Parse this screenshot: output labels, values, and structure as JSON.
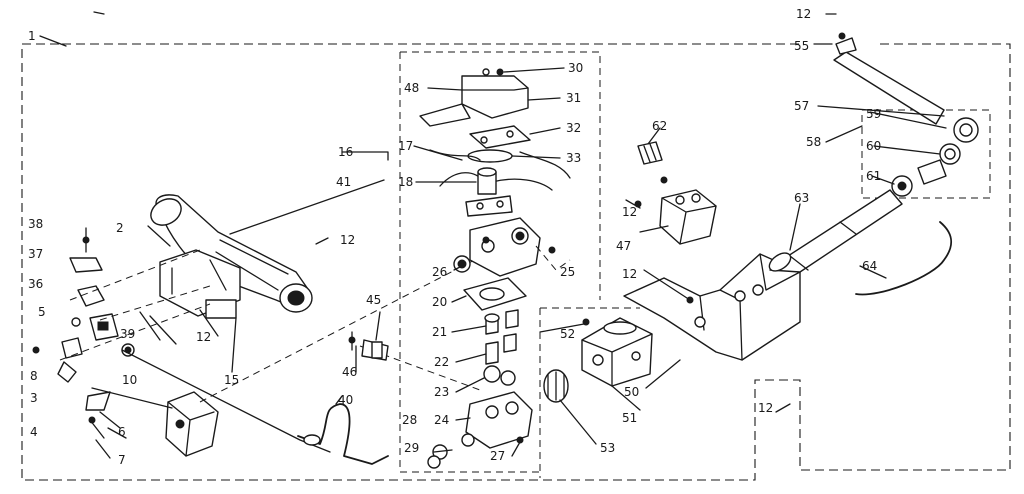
{
  "labels": {
    "p1": "1",
    "p2": "2",
    "p3": "3",
    "p4": "4",
    "p5": "5",
    "p6": "6",
    "p7": "7",
    "p8": "8",
    "p10": "10",
    "p12a": "12",
    "p12b": "12",
    "p12c": "12",
    "p12d": "12",
    "p12e": "12",
    "p12f": "12",
    "p15": "15",
    "p16": "16",
    "p17": "17",
    "p18": "18",
    "p20": "20",
    "p21": "21",
    "p22": "22",
    "p23": "23",
    "p24": "24",
    "p25": "25",
    "p26": "26",
    "p27": "27",
    "p28": "28",
    "p29": "29",
    "p30": "30",
    "p31": "31",
    "p32": "32",
    "p33": "33",
    "p36": "36",
    "p37": "37",
    "p38": "38",
    "p39": "39",
    "p40": "40",
    "p41": "41",
    "p45": "45",
    "p46": "46",
    "p47": "47",
    "p48": "48",
    "p50": "50",
    "p51": "51",
    "p52": "52",
    "p53": "53",
    "p55": "55",
    "p57": "57",
    "p58": "58",
    "p59": "59",
    "p60": "60",
    "p61": "61",
    "p62": "62",
    "p63": "63",
    "p64": "64"
  }
}
